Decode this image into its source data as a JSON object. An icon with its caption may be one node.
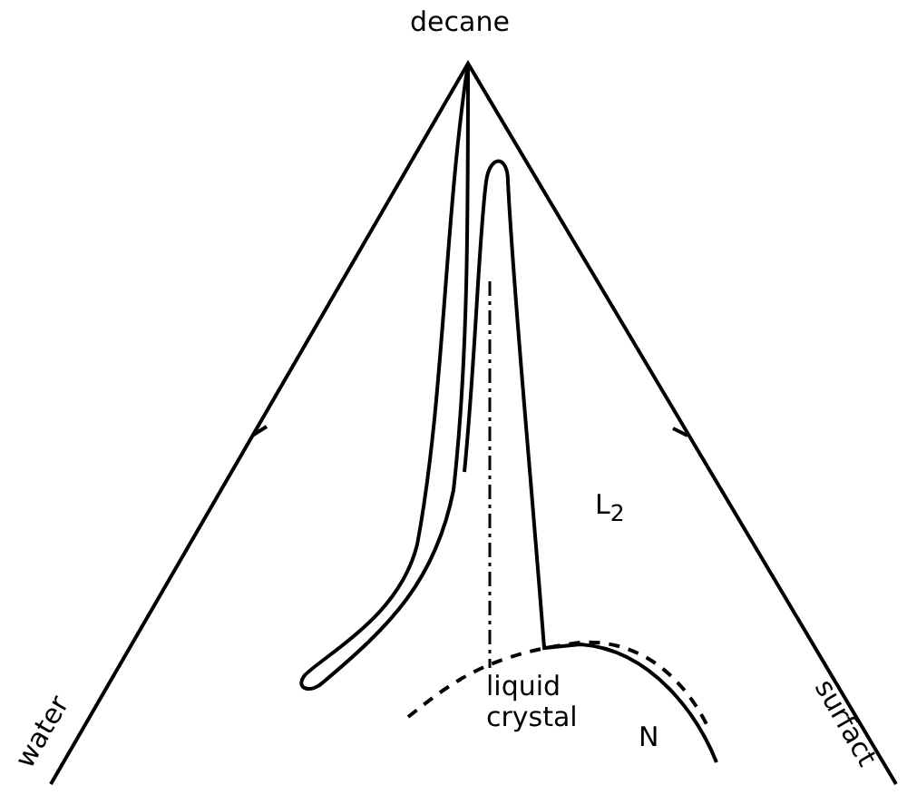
{
  "diagram": {
    "labels": [
      "decane",
      "L$_{2}$",
      "water",
      "surfact",
      "liquid crystal",
      "N"
    ]
  }
}
